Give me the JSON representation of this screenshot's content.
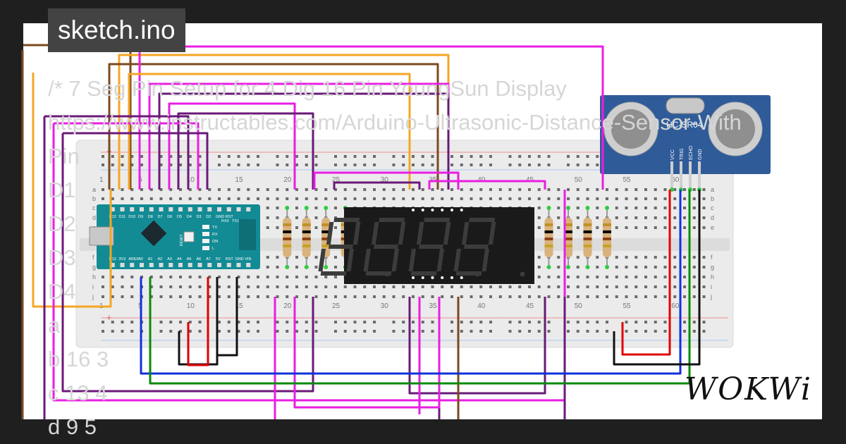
{
  "editor": {
    "filename": "sketch.ino",
    "code_lines": [
      "/* 7 Seg Pin Setup for 4 Dig 16 Pin YoungSun Display",
      "https://www.instructables.com/Arduino-Ultrasonic-Distance-Sensor-With",
      "Pin",
      "D1",
      "D2",
      "D3",
      "D4",
      "a",
      "b   16       3",
      "c   13       4",
      "d    9       5"
    ]
  },
  "breadboard": {
    "column_numbers": [
      "1",
      "5",
      "10",
      "15",
      "20",
      "25",
      "30",
      "35",
      "40",
      "45",
      "50",
      "55",
      "60"
    ],
    "row_letters_top": [
      "a",
      "b",
      "c",
      "d",
      "e"
    ],
    "row_letters_bottom": [
      "f",
      "g",
      "h",
      "i",
      "j"
    ],
    "rail_plus": "+",
    "rail_minus": "−"
  },
  "arduino": {
    "pins_top": [
      "D12",
      "D11",
      "D10",
      "D9",
      "D8",
      "D7",
      "D6",
      "D5",
      "D4",
      "D3",
      "D2",
      "GND",
      "RST"
    ],
    "pins_top_right": "RX0",
    "pins_top_right2": "TX1",
    "pins_bottom": [
      "D13",
      "3V3",
      "AREF",
      "A0",
      "A1",
      "A2",
      "A3",
      "A4",
      "A5",
      "A6",
      "A7",
      "5V",
      "RST",
      "GND",
      "VIN"
    ],
    "reset_label": "RESET",
    "led_labels": [
      "TX",
      "RX",
      "ON",
      "L"
    ]
  },
  "sensor": {
    "model": "HC-SR04",
    "pins": [
      "VCC",
      "TRIG",
      "ECHO",
      "GND"
    ]
  },
  "display": {
    "digits": [
      "8.",
      "8.",
      "8.",
      "8."
    ]
  },
  "branding": {
    "logo": "WOKWi"
  },
  "colors": {
    "background": "#1f1f1f",
    "canvas": "#ffffff",
    "arduino": "#138b95",
    "sensor": "#2f5c99",
    "wire_orange": "#f5a623",
    "wire_brown": "#7b4a1e",
    "wire_magenta": "#e91ee3",
    "wire_purple": "#6a1a78",
    "wire_red": "#e00000",
    "wire_green": "#0a8a0a",
    "wire_blue": "#1030d8",
    "wire_black": "#111111"
  }
}
